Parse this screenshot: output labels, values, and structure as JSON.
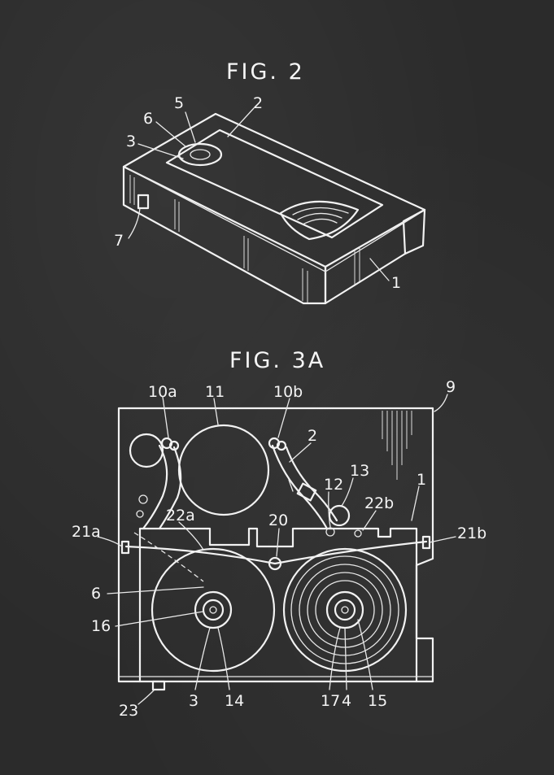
{
  "fig2": {
    "title": "FIG. 2",
    "labels": [
      "5",
      "2",
      "6",
      "3",
      "7",
      "1"
    ]
  },
  "fig3a": {
    "title": "FIG. 3A",
    "labels": [
      "10a",
      "11",
      "10b",
      "9",
      "2",
      "13",
      "12",
      "22b",
      "1",
      "21a",
      "22a",
      "20",
      "21b",
      "6",
      "16",
      "3",
      "14",
      "17",
      "4",
      "15",
      "23"
    ]
  },
  "colors": {
    "chalk": "#f2f2f2",
    "board": "#2b2b2b"
  }
}
